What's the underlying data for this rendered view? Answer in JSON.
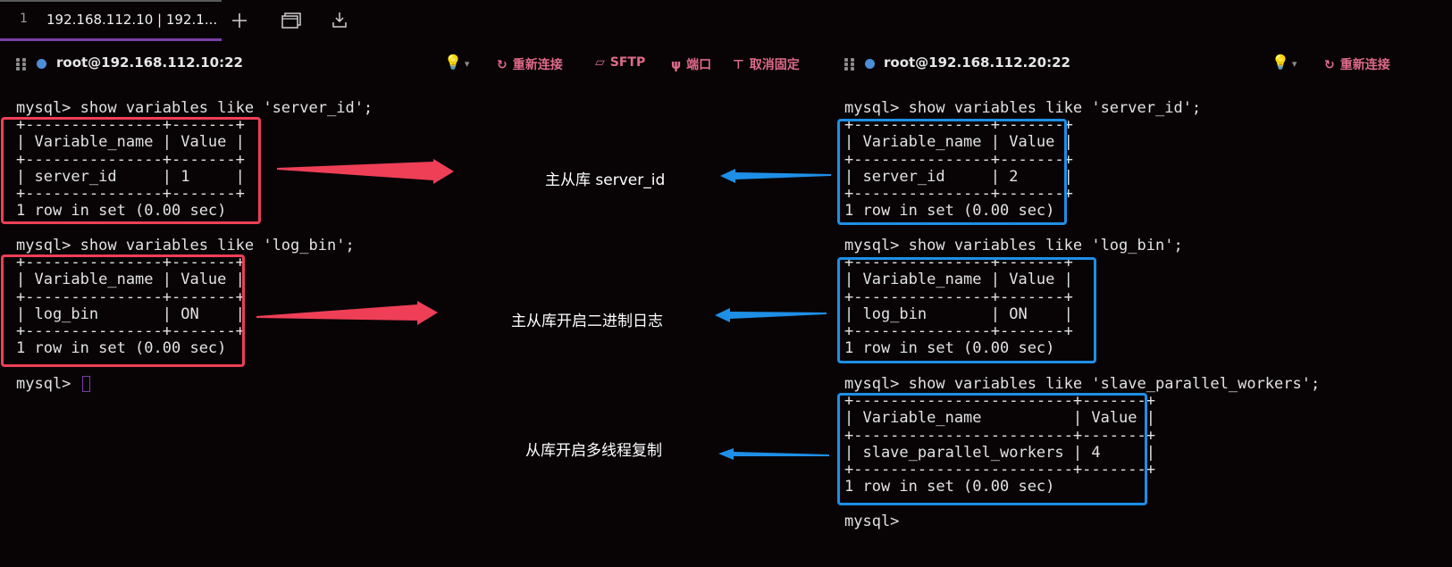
{
  "tabbar": {
    "tab_index": "1",
    "tab_title": "192.168.112.10 | 192.1...",
    "icons": [
      "plus-icon",
      "windows-icon",
      "download-icon"
    ]
  },
  "left_session": {
    "host": "root@192.168.112.10:22",
    "actions": {
      "reconnect": "重新连接",
      "sftp": "SFTP",
      "port": "端口",
      "unpin": "取消固定"
    }
  },
  "right_session": {
    "host": "root@192.168.112.20:22",
    "actions": {
      "reconnect": "重新连接"
    }
  },
  "left_terminal": {
    "cmd1": "mysql> show variables like 'server_id';",
    "table1": "+---------------+-------+\n| Variable_name | Value |\n+---------------+-------+\n| server_id     | 1     |\n+---------------+-------+\n1 row in set (0.00 sec)",
    "cmd2": "mysql> show variables like 'log_bin';",
    "table2": "+---------------+-------+\n| Variable_name | Value |\n+---------------+-------+\n| log_bin       | ON    |\n+---------------+-------+\n1 row in set (0.00 sec)",
    "prompt": "mysql> "
  },
  "right_terminal": {
    "cmd1": "mysql> show variables like 'server_id';",
    "table1": "+---------------+-------+\n| Variable_name | Value |\n+---------------+-------+\n| server_id     | 2     |\n+---------------+-------+\n1 row in set (0.00 sec)",
    "cmd2": "mysql> show variables like 'log_bin';",
    "table2": "+---------------+-------+\n| Variable_name | Value |\n+---------------+-------+\n| log_bin       | ON    |\n+---------------+-------+\n1 row in set (0.00 sec)",
    "cmd3": "mysql> show variables like 'slave_parallel_workers';",
    "table3": "+------------------------+-------+\n| Variable_name          | Value |\n+------------------------+-------+\n| slave_parallel_workers | 4     |\n+------------------------+-------+\n1 row in set (0.00 sec)",
    "prompt": "mysql>"
  },
  "annotations": {
    "a1": "主从库 server_id",
    "a2": "主从库开启二进制日志",
    "a3": "从库开启多线程复制"
  },
  "colors": {
    "left_box": "#ee3f57",
    "right_box": "#1e8fe6",
    "tab_accent": "#7b3fa8",
    "action_text": "#e06b8b"
  }
}
